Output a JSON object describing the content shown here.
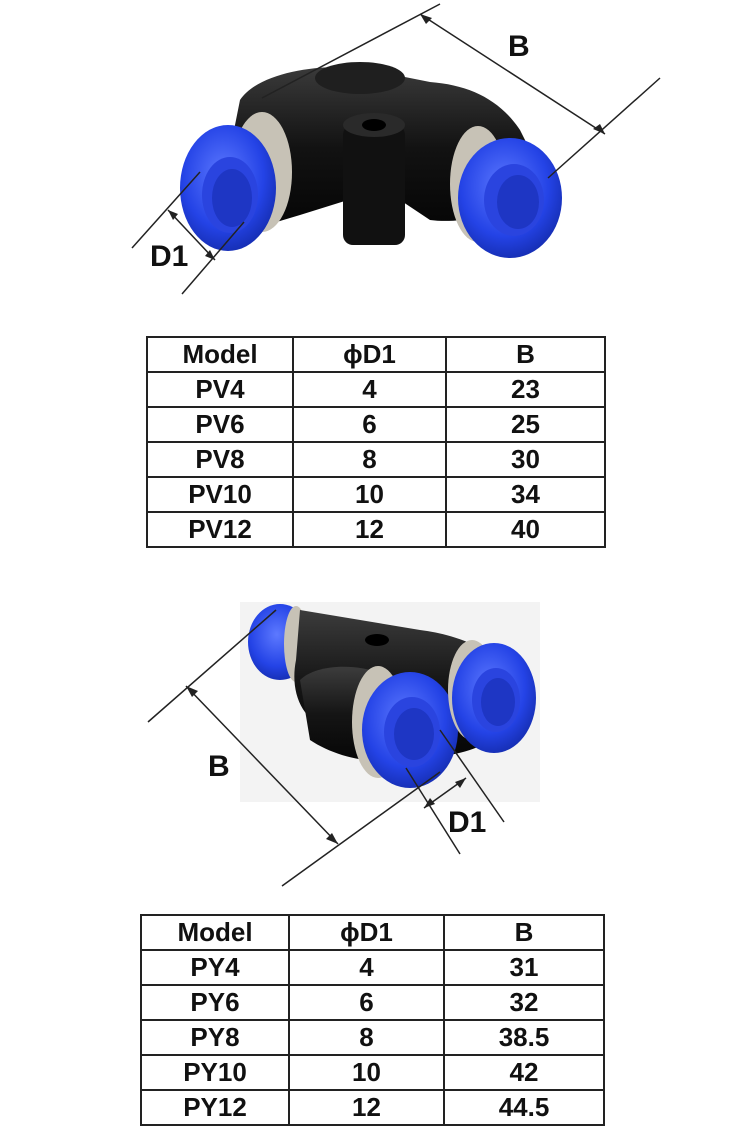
{
  "elbow": {
    "labels": {
      "b": "B",
      "d1": "D1"
    },
    "table": {
      "headers": [
        "Model",
        "ϕD1",
        "B"
      ],
      "rows": [
        [
          "PV4",
          "4",
          "23"
        ],
        [
          "PV6",
          "6",
          "25"
        ],
        [
          "PV8",
          "8",
          "30"
        ],
        [
          "PV10",
          "10",
          "34"
        ],
        [
          "PV12",
          "12",
          "40"
        ]
      ]
    }
  },
  "y_union": {
    "labels": {
      "b": "B",
      "d1": "D1"
    },
    "table": {
      "headers": [
        "Model",
        "ϕD1",
        "B"
      ],
      "rows": [
        [
          "PY4",
          "4",
          "31"
        ],
        [
          "PY6",
          "6",
          "32"
        ],
        [
          "PY8",
          "8",
          "38.5"
        ],
        [
          "PY10",
          "10",
          "42"
        ],
        [
          "PY12",
          "12",
          "44.5"
        ]
      ]
    }
  },
  "colors": {
    "fitting_body": "#151515",
    "collet": "#2443e6",
    "ring": "#c7c2b6"
  }
}
